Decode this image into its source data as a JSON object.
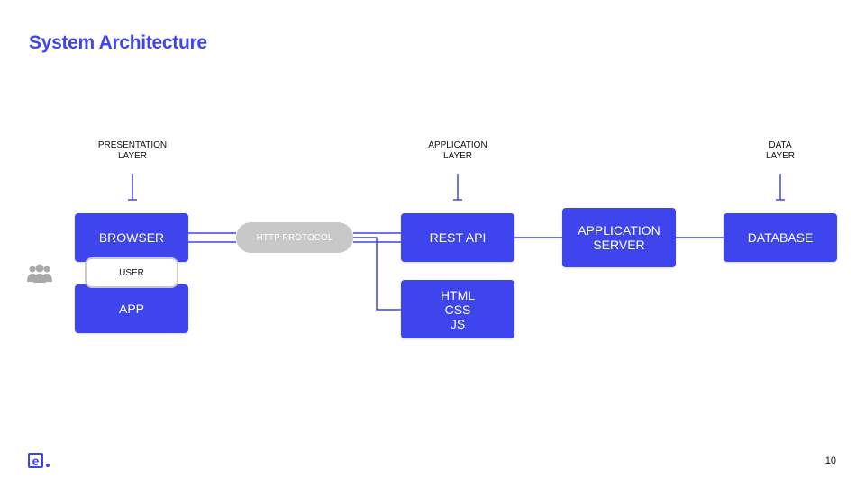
{
  "slide": {
    "title": "System Architecture",
    "page_number": "10",
    "logo_letter": "e"
  },
  "layers": {
    "presentation": "PRESENTATION\nLAYER",
    "application": "APPLICATION\nLAYER",
    "data": "DATA\nLAYER"
  },
  "nodes": {
    "browser": "BROWSER",
    "user": "USER",
    "app": "APP",
    "http_protocol": "HTTP PROTOCOL",
    "rest_api": "REST API",
    "html_css_js": "HTML\nCSS\nJS",
    "application_server": "APPLICATION\nSERVER",
    "database": "DATABASE"
  },
  "colors": {
    "accent": "#3f45ec",
    "pill_gray": "#c8c8c8",
    "icon_gray": "#a9a9a9"
  },
  "icons": {
    "users": "users-icon",
    "logo": "logo-icon"
  }
}
